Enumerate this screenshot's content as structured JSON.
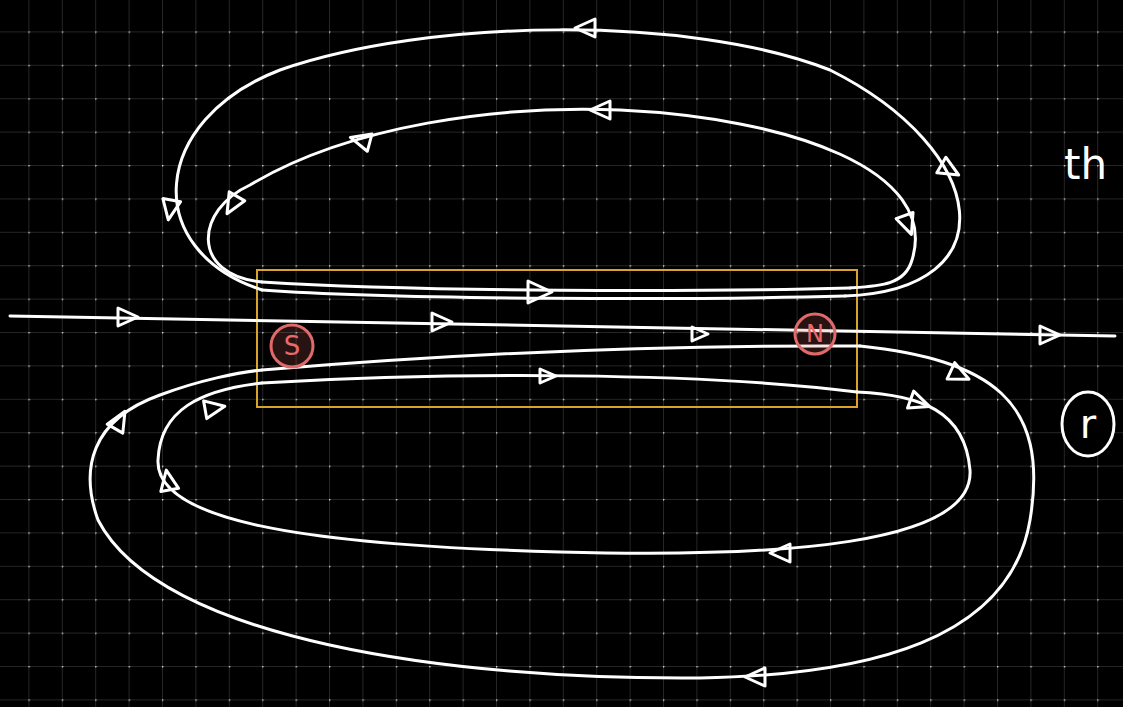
{
  "diagram": {
    "nodes": [
      {
        "text": [
          "S"
        ]
      },
      {
        "text": [
          "N"
        ]
      },
      {
        "text": [
          "r"
        ]
      }
    ],
    "labels": [
      "th"
    ]
  }
}
